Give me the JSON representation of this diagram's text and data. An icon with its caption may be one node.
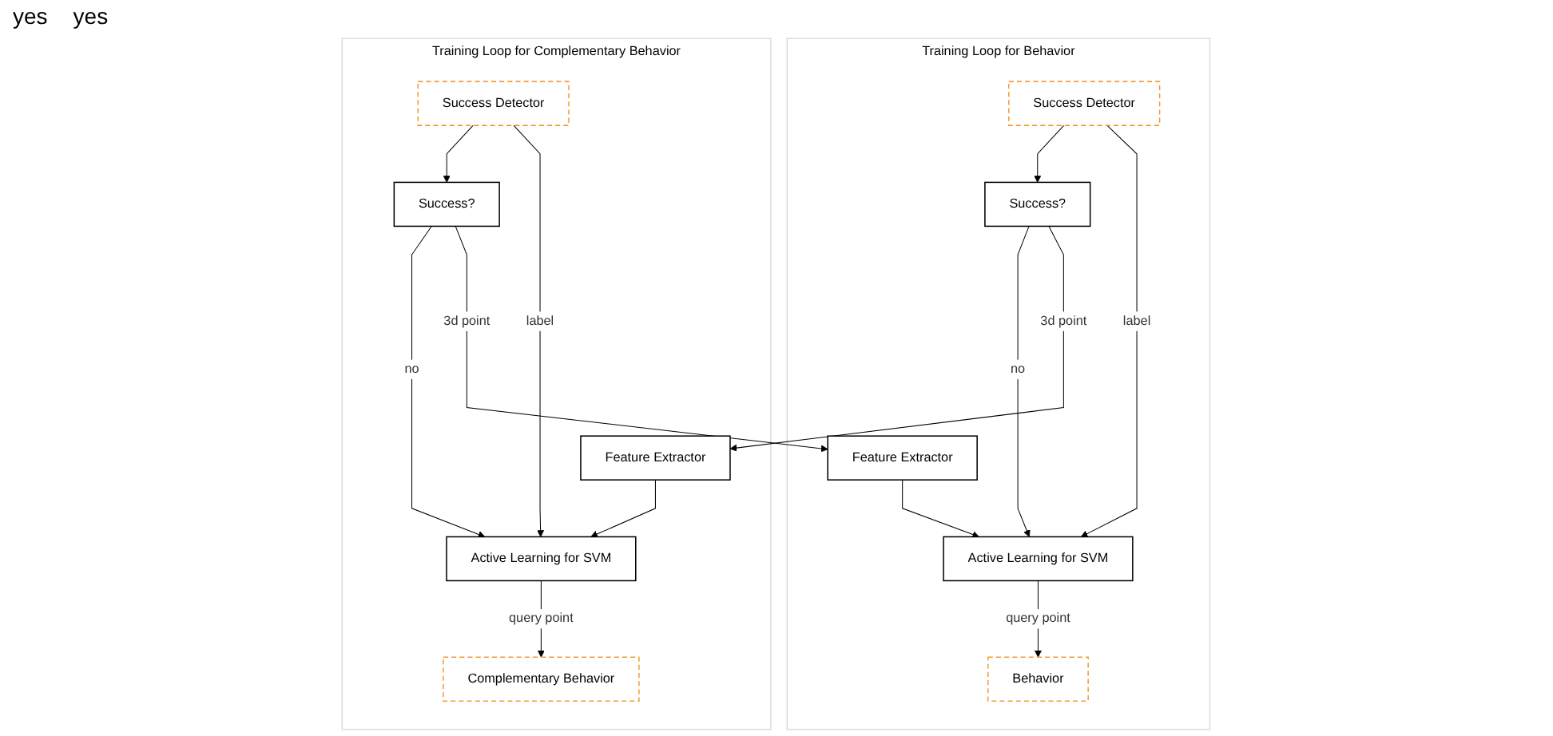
{
  "diagram": {
    "nodes": [
      {
        "text": [
          "Training Loop for Behavior"
        ]
      },
      {
        "text": [
          "Feature Extractor"
        ],
        "in": 0
      },
      {
        "text": [
          "Active Learning for SVM"
        ],
        "in": 0
      },
      {
        "text": [
          "Behavior"
        ],
        "in": 0
      },
      {
        "text": [
          "Success Detector"
        ],
        "in": 0
      },
      {
        "text": [
          "Success?"
        ],
        "in": 0
      },
      {
        "text": [
          "Training Loop for Complementary Behavior"
        ]
      },
      {
        "text": [
          "Success?"
        ],
        "in": 6
      },
      {
        "text": [
          "Success Detector"
        ],
        "in": 6
      },
      {
        "text": [
          "Complementary Behavior"
        ],
        "in": 6
      },
      {
        "text": [
          "Active Learning for SVM"
        ],
        "in": 6
      },
      {
        "text": [
          "Feature Extractor"
        ],
        "in": 6
      }
    ],
    "edges": [
      {
        "from": 1,
        "to": 2,
        "arrow": "to"
      },
      {
        "from": 2,
        "to": 3,
        "label": "query point",
        "arrow": "to"
      },
      {
        "from": 4,
        "to": 5,
        "arrow": "to"
      },
      {
        "from": 4,
        "to": 2,
        "label": "label",
        "arrow": "to"
      },
      {
        "from": 5,
        "to": 2,
        "label": "no",
        "arrow": "to"
      },
      {
        "from": 5,
        "to": 11,
        "label": "3d point",
        "arrow": "to"
      },
      {
        "from": 11,
        "to": 10,
        "arrow": "to"
      },
      {
        "from": 10,
        "to": 9,
        "label": "query point",
        "arrow": "to"
      },
      {
        "from": 8,
        "to": 7,
        "arrow": "to"
      },
      {
        "from": 8,
        "to": 10,
        "label": "label",
        "arrow": "to"
      },
      {
        "from": 7,
        "to": 10,
        "label": "no",
        "arrow": "to"
      },
      {
        "from": 7,
        "to": 1,
        "label": "3d point",
        "arrow": "to"
      }
    ],
    "labels": [
      "yes",
      "yes"
    ]
  }
}
